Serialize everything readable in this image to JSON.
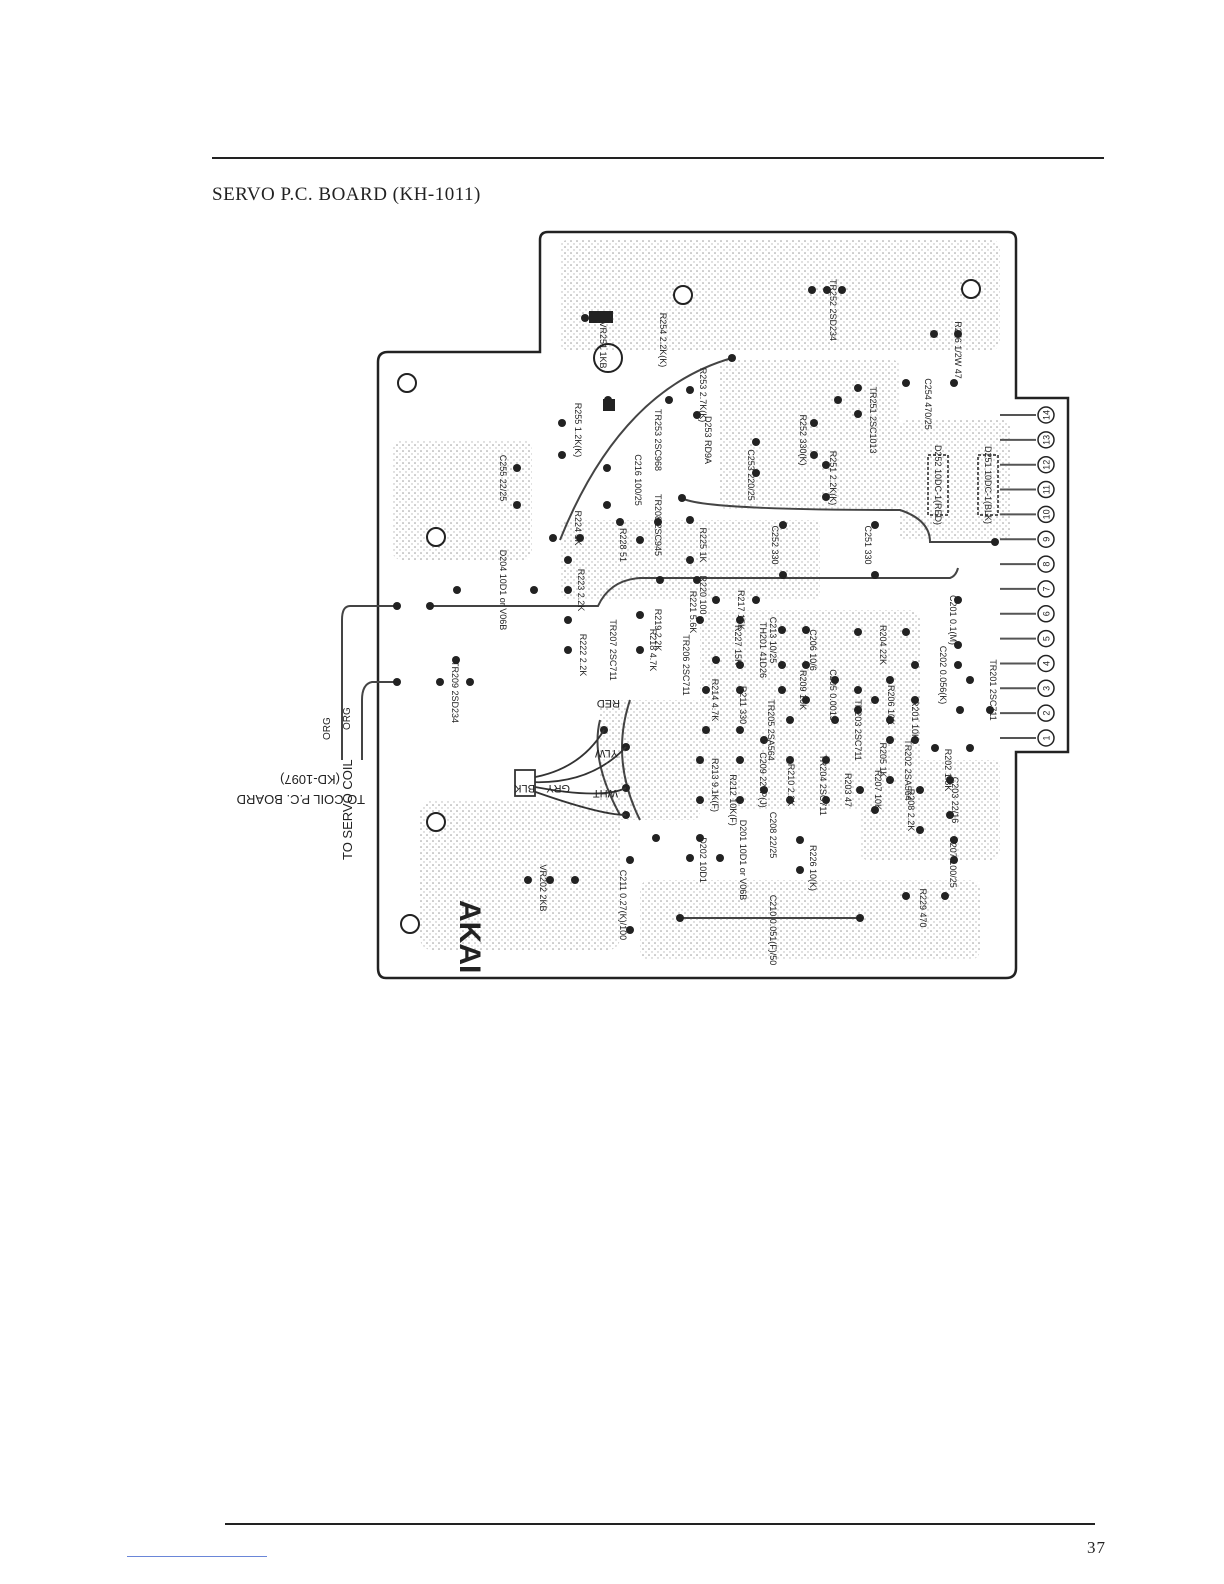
{
  "title": "SERVO P.C. BOARD (KH-1011)",
  "page_number": "37",
  "board": {
    "brand_mark": "AKAI",
    "coil_label": "TO SERVO COIL",
    "coil_board_label": "TO COIL P.C. BOARD",
    "coil_board_model": "(KD-1097)",
    "wire_colors": [
      "RED",
      "YLW",
      "WHT",
      "GRY",
      "BLK",
      "ORG",
      "ORG"
    ],
    "terminals": [
      "1",
      "2",
      "3",
      "4",
      "5",
      "6",
      "7",
      "8",
      "9",
      "10",
      "11",
      "12",
      "13",
      "14"
    ],
    "components": [
      "VR251 1KB",
      "R254 2.2K(K)",
      "R253 2.7K(K)",
      "TR253 2SC968",
      "D253 RD9A",
      "R255 1.2K(K)",
      "C255 22/25",
      "C216 100/25",
      "TR208 2SC945",
      "R224 1K",
      "R228 51",
      "R225 1K",
      "C253 220/25",
      "R252 330(K)",
      "R251 2.2K(K)",
      "TR252 2SD234",
      "TR251 2SC1013",
      "R256 1/2W 47",
      "C254 470/25",
      "D252 10DC-1(RED)",
      "D251 10DC-1(BLK)",
      "C252 330",
      "C251 330",
      "D204 10D1 or V06B",
      "R223 2.2K",
      "R222 2.2K",
      "TR209 2SD234",
      "R220 100",
      "R221 5.6K",
      "R219 2.2K",
      "R218 4.7K",
      "TR207 2SC711",
      "TR206 2SC711",
      "R217 15K",
      "R227 15K",
      "TH201 41D26",
      "C213 10/25",
      "C206 10/6",
      "R204 22K",
      "C201 0.1(M)",
      "C202 0.056(K)",
      "TR201 2SC711",
      "R214 4.7K",
      "R211 330",
      "TR205 2SA564",
      "R209 10K",
      "C205 0.0015",
      "TR203 2SC711",
      "R206 10K",
      "R201 10K",
      "R205 1K",
      "R202 1.8K",
      "TR202 2SA564",
      "C203 22/16",
      "R213 9.1K(F)",
      "R212 10K(F)",
      "C209 220P(J)",
      "R210 2.2K",
      "TR204 2SC711",
      "R203 47",
      "R207 10K",
      "R208 2.2K",
      "C208 22/25",
      "D202 10D1",
      "D201 10D1 or V06B",
      "R226 10(K)",
      "C207 100/25",
      "VR202 2KB",
      "C211 0.27(K)/100",
      "R229 470",
      "C210 0.051(F)/50"
    ]
  }
}
